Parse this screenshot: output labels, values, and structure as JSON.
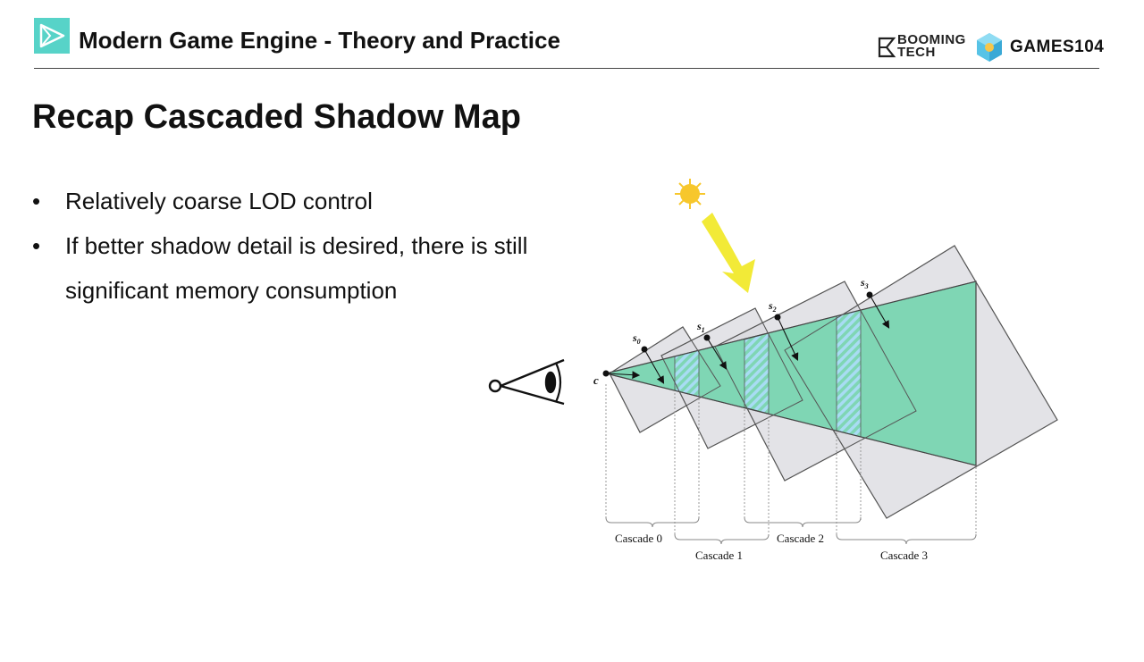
{
  "header": {
    "course_title": "Modern Game Engine - Theory and Practice",
    "brand_booming": "BOOMING",
    "brand_tech": "TECH",
    "brand_games": "GAMES104"
  },
  "slide": {
    "title": "Recap Cascaded Shadow Map",
    "bullets": [
      {
        "marker": "•",
        "text": "Relatively coarse LOD control"
      },
      {
        "marker": "•",
        "text": "If better shadow detail is desired, there is still significant memory consumption"
      }
    ]
  },
  "diagram": {
    "camera_label": "c",
    "split_labels": [
      "s0",
      "s1",
      "s2",
      "s3"
    ],
    "cascade_labels": [
      "Cascade 0",
      "Cascade 1",
      "Cascade 2",
      "Cascade 3"
    ],
    "colors": {
      "frustum_fill": "#a8dcf3",
      "cascade_fill": "#7fd6b4",
      "box_fill": "#d9d9df",
      "sun": "#f7c72c",
      "light_arrow": "#f2ea37",
      "accent": "#57d3c8"
    },
    "icons": [
      "sun-icon",
      "eye-icon",
      "light-direction-arrow"
    ]
  }
}
